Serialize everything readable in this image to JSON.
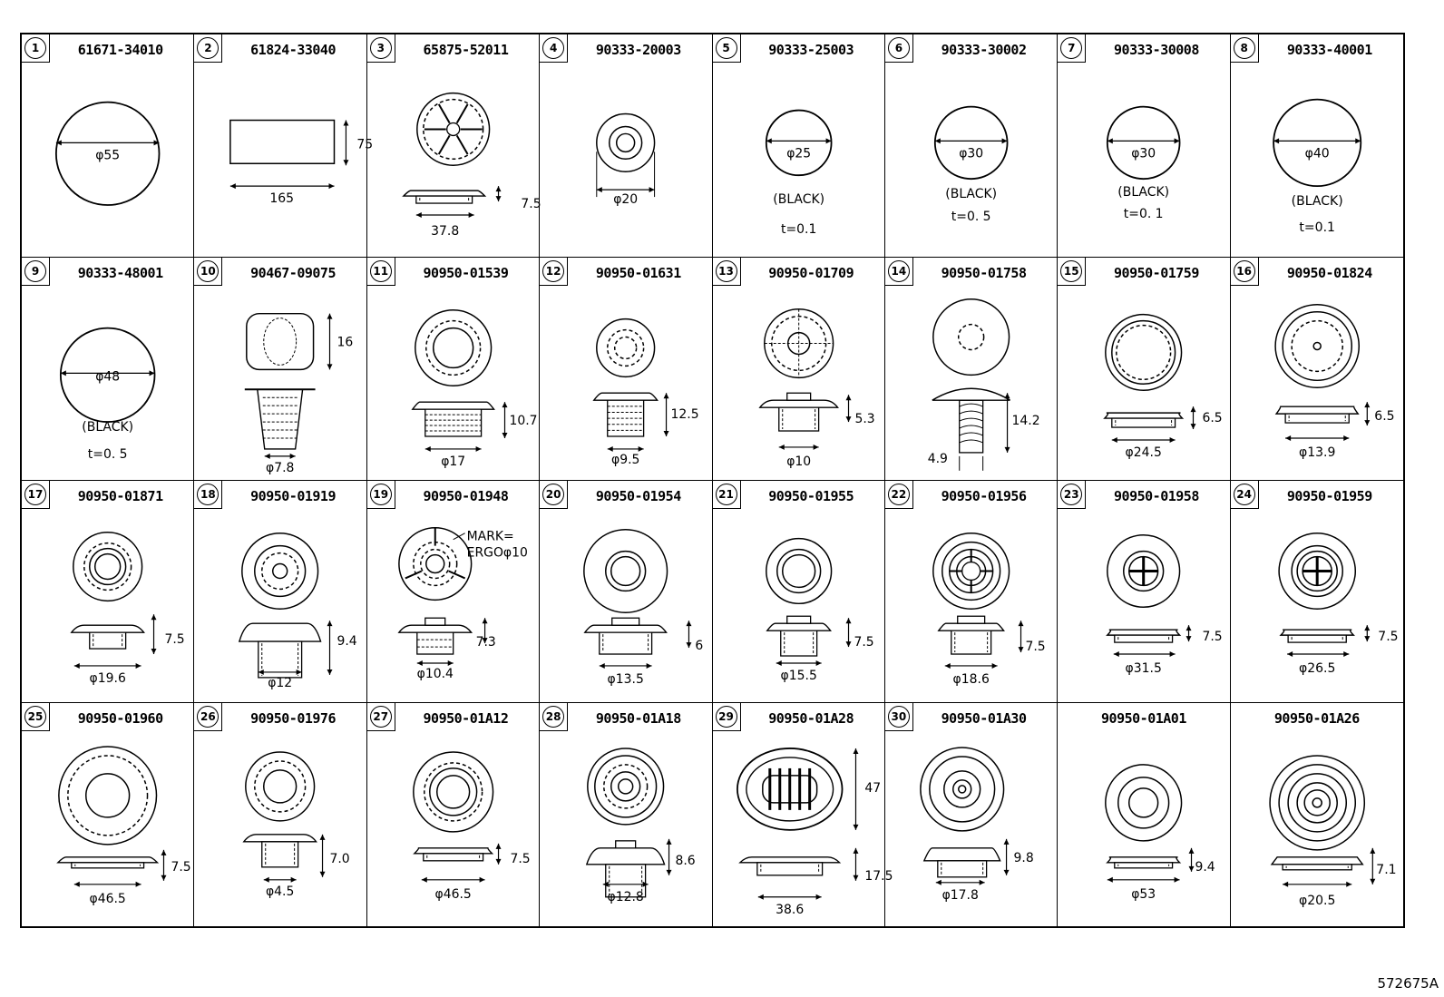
{
  "figure_code": "572675A",
  "cells": [
    {
      "index": "1",
      "part_no": "61671-34010",
      "dims": [
        "φ55"
      ],
      "notes": []
    },
    {
      "index": "2",
      "part_no": "61824-33040",
      "dims": [
        "75",
        "165"
      ],
      "notes": []
    },
    {
      "index": "3",
      "part_no": "65875-52011",
      "dims": [
        "7.5",
        "37.8"
      ],
      "notes": []
    },
    {
      "index": "4",
      "part_no": "90333-20003",
      "dims": [
        "φ20"
      ],
      "notes": []
    },
    {
      "index": "5",
      "part_no": "90333-25003",
      "dims": [
        "φ25"
      ],
      "notes": [
        "(BLACK)",
        "t=0.1"
      ]
    },
    {
      "index": "6",
      "part_no": "90333-30002",
      "dims": [
        "φ30"
      ],
      "notes": [
        "(BLACK)",
        "t=0. 5"
      ]
    },
    {
      "index": "7",
      "part_no": "90333-30008",
      "dims": [
        "φ30"
      ],
      "notes": [
        "(BLACK)",
        "t=0. 1"
      ]
    },
    {
      "index": "8",
      "part_no": "90333-40001",
      "dims": [
        "φ40"
      ],
      "notes": [
        "(BLACK)",
        "t=0.1"
      ]
    },
    {
      "index": "9",
      "part_no": "90333-48001",
      "dims": [
        "φ48"
      ],
      "notes": [
        "(BLACK)",
        "t=0. 5"
      ]
    },
    {
      "index": "10",
      "part_no": "90467-09075",
      "dims": [
        "16",
        "φ7.8"
      ],
      "notes": []
    },
    {
      "index": "11",
      "part_no": "90950-01539",
      "dims": [
        "10.7",
        "φ17"
      ],
      "notes": []
    },
    {
      "index": "12",
      "part_no": "90950-01631",
      "dims": [
        "12.5",
        "φ9.5"
      ],
      "notes": []
    },
    {
      "index": "13",
      "part_no": "90950-01709",
      "dims": [
        "5.3",
        "φ10"
      ],
      "notes": []
    },
    {
      "index": "14",
      "part_no": "90950-01758",
      "dims": [
        "14.2",
        "4.9"
      ],
      "notes": []
    },
    {
      "index": "15",
      "part_no": "90950-01759",
      "dims": [
        "6.5",
        "φ24.5"
      ],
      "notes": []
    },
    {
      "index": "16",
      "part_no": "90950-01824",
      "dims": [
        "6.5",
        "φ13.9"
      ],
      "notes": []
    },
    {
      "index": "17",
      "part_no": "90950-01871",
      "dims": [
        "7.5",
        "φ19.6"
      ],
      "notes": []
    },
    {
      "index": "18",
      "part_no": "90950-01919",
      "dims": [
        "9.4",
        "φ12"
      ],
      "notes": []
    },
    {
      "index": "19",
      "part_no": "90950-01948",
      "dims": [
        "7.3",
        "φ10.4"
      ],
      "notes": [
        "MARK=",
        "ERGOφ10"
      ]
    },
    {
      "index": "20",
      "part_no": "90950-01954",
      "dims": [
        "6",
        "φ13.5"
      ],
      "notes": []
    },
    {
      "index": "21",
      "part_no": "90950-01955",
      "dims": [
        "7.5",
        "φ15.5"
      ],
      "notes": []
    },
    {
      "index": "22",
      "part_no": "90950-01956",
      "dims": [
        "7.5",
        "φ18.6"
      ],
      "notes": []
    },
    {
      "index": "23",
      "part_no": "90950-01958",
      "dims": [
        "7.5",
        "φ31.5"
      ],
      "notes": []
    },
    {
      "index": "24",
      "part_no": "90950-01959",
      "dims": [
        "7.5",
        "φ26.5"
      ],
      "notes": []
    },
    {
      "index": "25",
      "part_no": "90950-01960",
      "dims": [
        "7.5",
        "φ46.5"
      ],
      "notes": []
    },
    {
      "index": "26",
      "part_no": "90950-01976",
      "dims": [
        "7.0",
        "φ4.5"
      ],
      "notes": []
    },
    {
      "index": "27",
      "part_no": "90950-01A12",
      "dims": [
        "7.5",
        "φ46.5"
      ],
      "notes": []
    },
    {
      "index": "28",
      "part_no": "90950-01A18",
      "dims": [
        "8.6",
        "φ12.8"
      ],
      "notes": []
    },
    {
      "index": "29",
      "part_no": "90950-01A28",
      "dims": [
        "47",
        "17.5",
        "38.6"
      ],
      "notes": []
    },
    {
      "index": "30",
      "part_no": "90950-01A30",
      "dims": [
        "9.8",
        "φ17.8"
      ],
      "notes": []
    },
    {
      "index": "",
      "part_no": "90950-01A01",
      "dims": [
        "9.4",
        "φ53"
      ],
      "notes": []
    },
    {
      "index": "",
      "part_no": "90950-01A26",
      "dims": [
        "7.1",
        "φ20.5"
      ],
      "notes": []
    }
  ]
}
